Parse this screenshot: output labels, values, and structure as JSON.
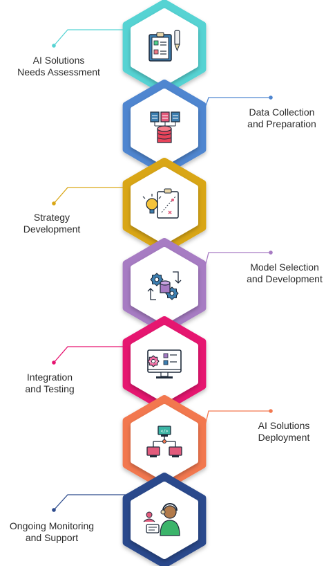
{
  "steps": [
    {
      "id": "needs-assessment",
      "label": "AI Solutions\nNeeds Assessment",
      "color": "#56D3D3",
      "icon": "clipboard-checklist-icon"
    },
    {
      "id": "data-collection",
      "label": "Data Collection\nand Preparation",
      "color": "#4F86D0",
      "icon": "database-diagram-icon"
    },
    {
      "id": "strategy",
      "label": "Strategy\nDevelopment",
      "color": "#D9A615",
      "icon": "strategy-plan-icon"
    },
    {
      "id": "model-selection",
      "label": "Model Selection\nand Development",
      "color": "#A77BC3",
      "icon": "gears-database-icon"
    },
    {
      "id": "integration",
      "label": "Integration\nand Testing",
      "color": "#E6136F",
      "icon": "monitor-code-icon"
    },
    {
      "id": "deployment",
      "label": "AI Solutions\nDeployment",
      "color": "#F2784F",
      "icon": "network-deploy-icon"
    },
    {
      "id": "monitoring",
      "label": "Ongoing Monitoring\nand Support",
      "color": "#2C4A8C",
      "icon": "support-agent-icon"
    }
  ]
}
